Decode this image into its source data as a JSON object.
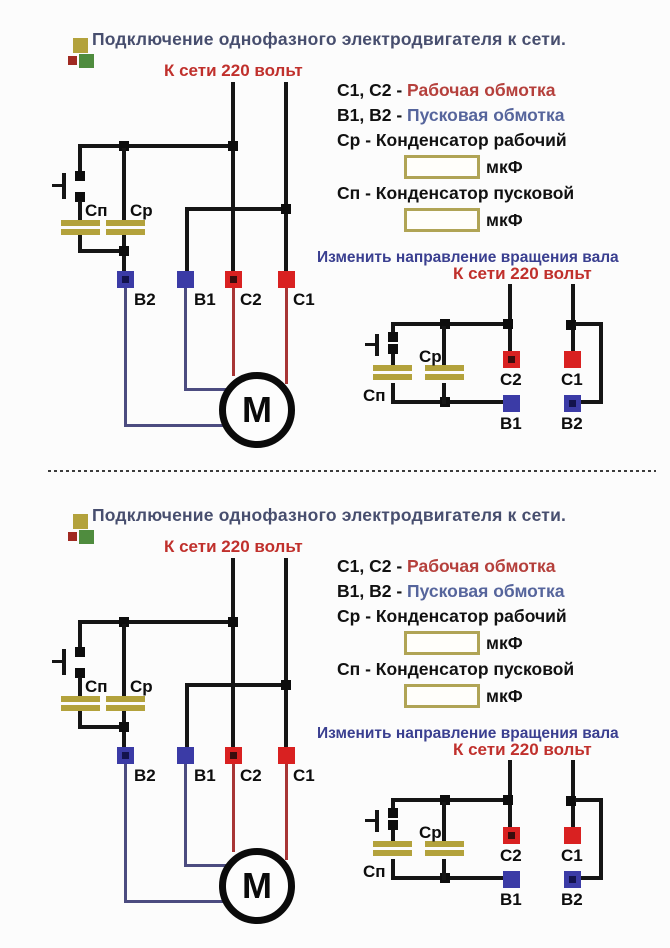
{
  "header": {
    "title": "Подключение однофазного электродвигателя к сети.",
    "mains_label": "К сети 220 вольт"
  },
  "legend": {
    "working_winding_prefix": "С1, С2 - ",
    "working_winding": "Рабочая обмотка",
    "starting_winding_prefix": "В1, В2 - ",
    "starting_winding": "Пусковая обмотка",
    "working_capacitor_line": "Ср - Конденсатор рабочий",
    "starting_capacitor_line": "Сп - Конденсатор пусковой",
    "capacitance_unit": "мкФ",
    "working_capacitance_value": "",
    "starting_capacitance_value": ""
  },
  "reverse_section": {
    "header": "Изменить направление вращения вала",
    "mains_label": "К сети 220 вольт"
  },
  "component_labels": {
    "working_capacitor": "Ср",
    "starting_capacitor": "Сп",
    "motor": "М",
    "terminal_c1": "С1",
    "terminal_c2": "С2",
    "terminal_b1": "В1",
    "terminal_b2": "В2"
  },
  "colors": {
    "title_text": "#474e6e",
    "mains_text": "#c0302c",
    "working_winding_text": "#b5403c",
    "starting_winding_text": "#56659c",
    "reverse_header_text": "#3a3f90",
    "wire_black": "#151515",
    "wire_red": "#a83535",
    "wire_blue": "#4c4c80",
    "terminal_red": "#d92121",
    "terminal_blue": "#3b3ba6",
    "capacitor_plate": "#b3a23c",
    "input_box_border": "#b0a455",
    "deco_olive": "#b3a23c",
    "deco_red": "#a02a22",
    "deco_green": "#4f8c3e"
  }
}
